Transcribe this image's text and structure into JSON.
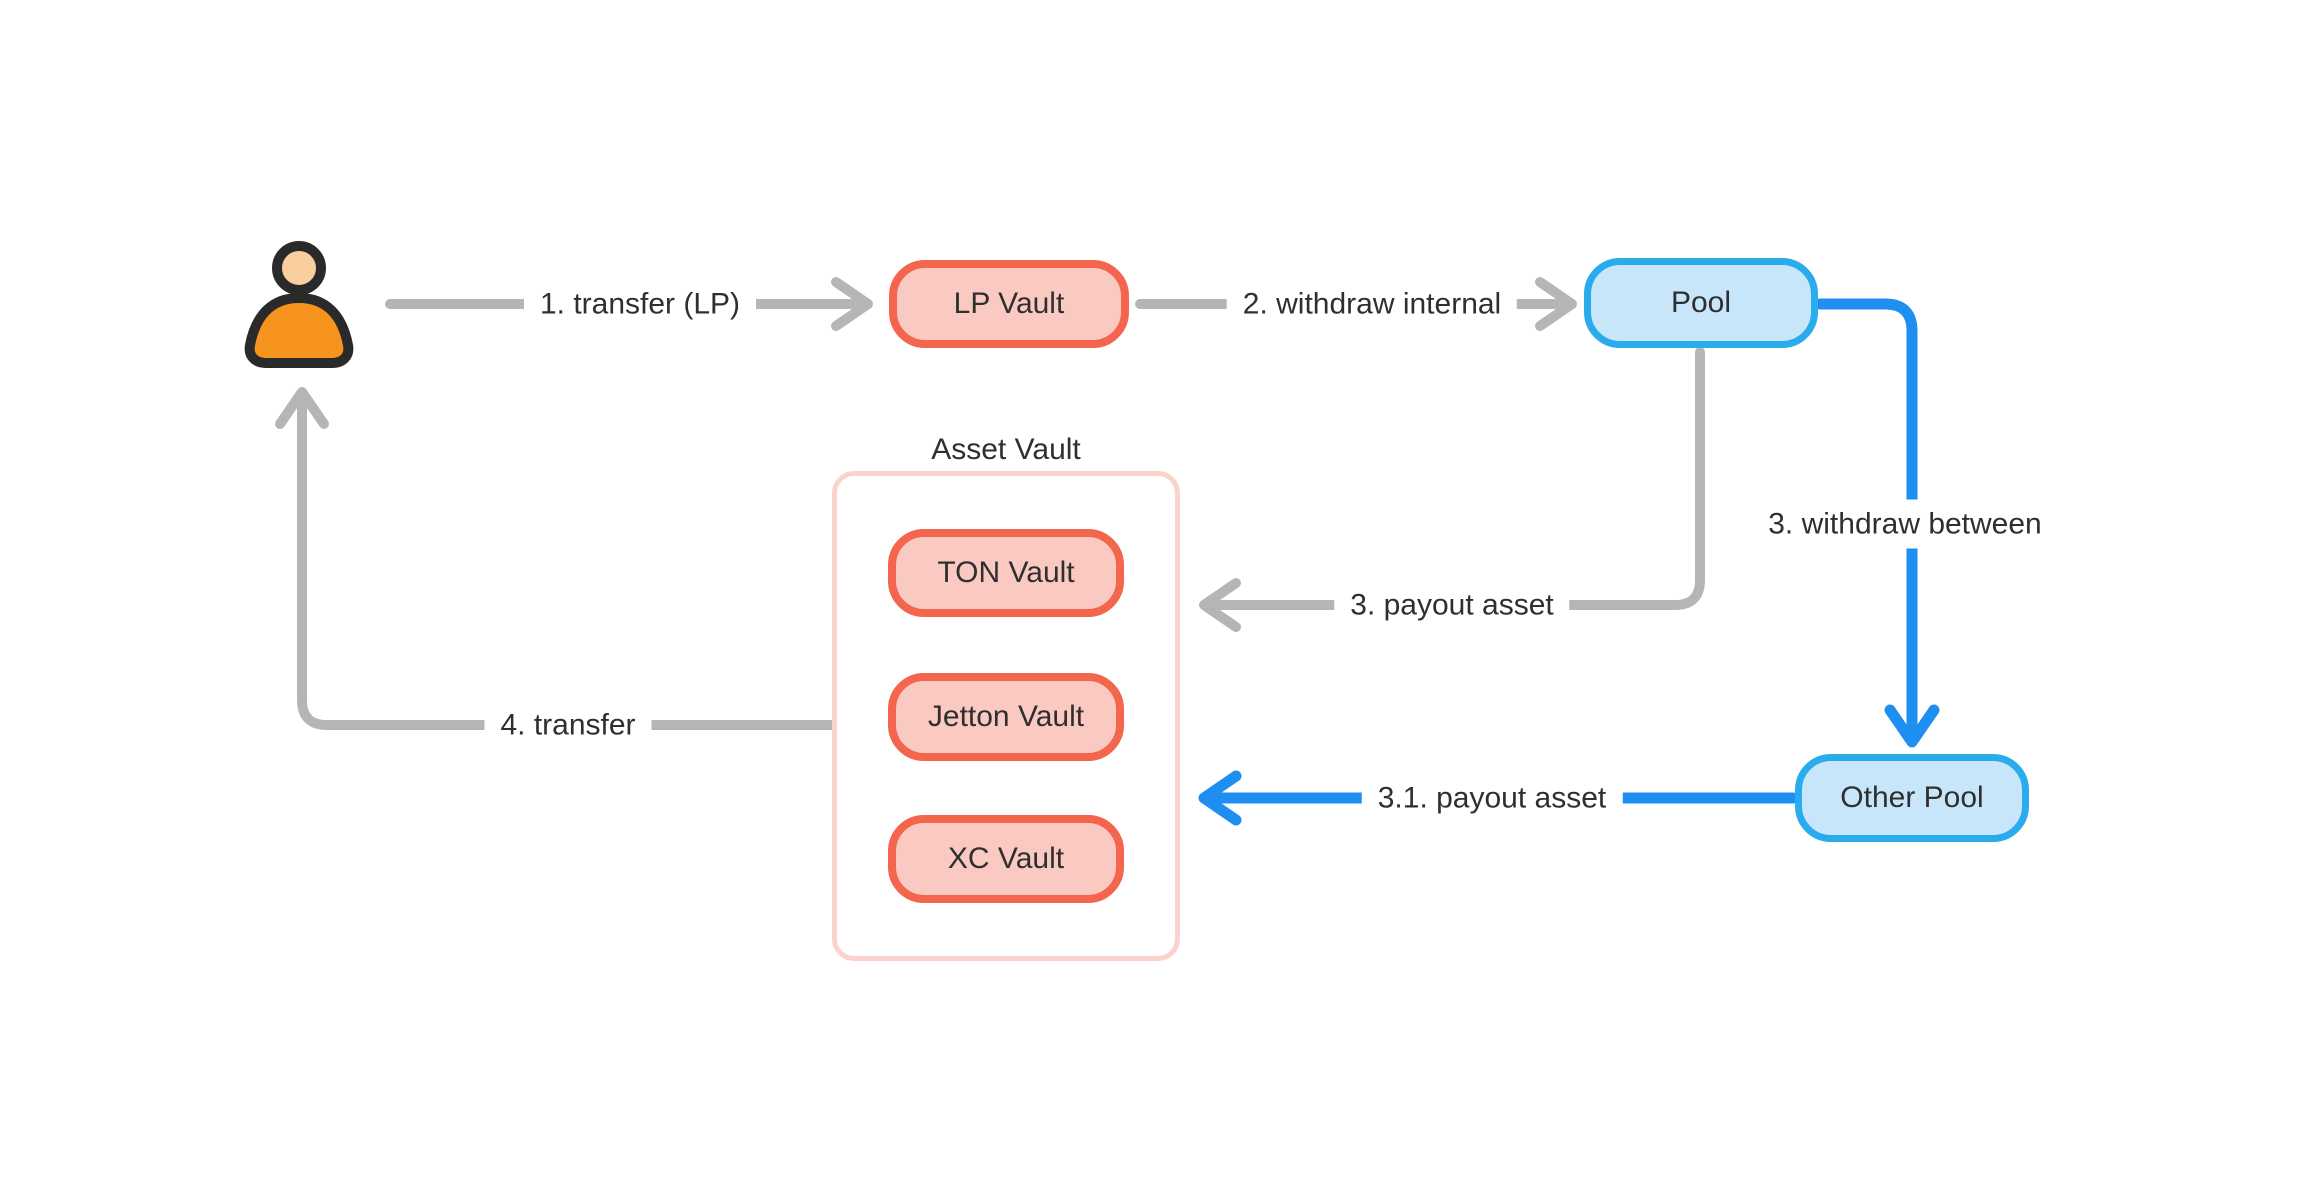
{
  "diagram": {
    "nodes": {
      "user": {
        "icon": "person"
      },
      "lp_vault": {
        "label": "LP Vault"
      },
      "pool": {
        "label": "Pool"
      },
      "other_pool": {
        "label": "Other Pool"
      },
      "asset_vault": {
        "title": "Asset Vault",
        "items": [
          {
            "label": "TON Vault"
          },
          {
            "label": "Jetton Vault"
          },
          {
            "label": "XC Vault"
          }
        ]
      }
    },
    "edges": [
      {
        "id": "1",
        "label": "1. transfer (LP)",
        "from": "user",
        "to": "lp_vault",
        "style": "gray"
      },
      {
        "id": "2",
        "label": "2. withdraw internal",
        "from": "lp_vault",
        "to": "pool",
        "style": "gray"
      },
      {
        "id": "3-payout",
        "label": "3. payout asset",
        "from": "pool",
        "to": "asset_vault",
        "style": "gray"
      },
      {
        "id": "3-withdraw",
        "label": "3. withdraw between",
        "from": "pool",
        "to": "other_pool",
        "style": "blue"
      },
      {
        "id": "3.1-payout",
        "label": "3.1. payout asset",
        "from": "other_pool",
        "to": "asset_vault",
        "style": "blue"
      },
      {
        "id": "4-transfer",
        "label": "4. transfer",
        "from": "asset_vault",
        "to": "user",
        "style": "gray"
      }
    ],
    "colors": {
      "gray_arrow": "#B5B5B5",
      "blue_arrow": "#1E8FF0",
      "vault_border": "#F4654D",
      "vault_fill": "#FAC9C1",
      "pool_border": "#29ABEC",
      "pool_fill": "#C8E6FA",
      "container_border": "#FCD2CC",
      "person_body": "#F7941D",
      "person_skin": "#FACFA0",
      "person_outline": "#2A2A2A",
      "text": "#2F2F2F",
      "background": "#FFFFFF"
    }
  }
}
